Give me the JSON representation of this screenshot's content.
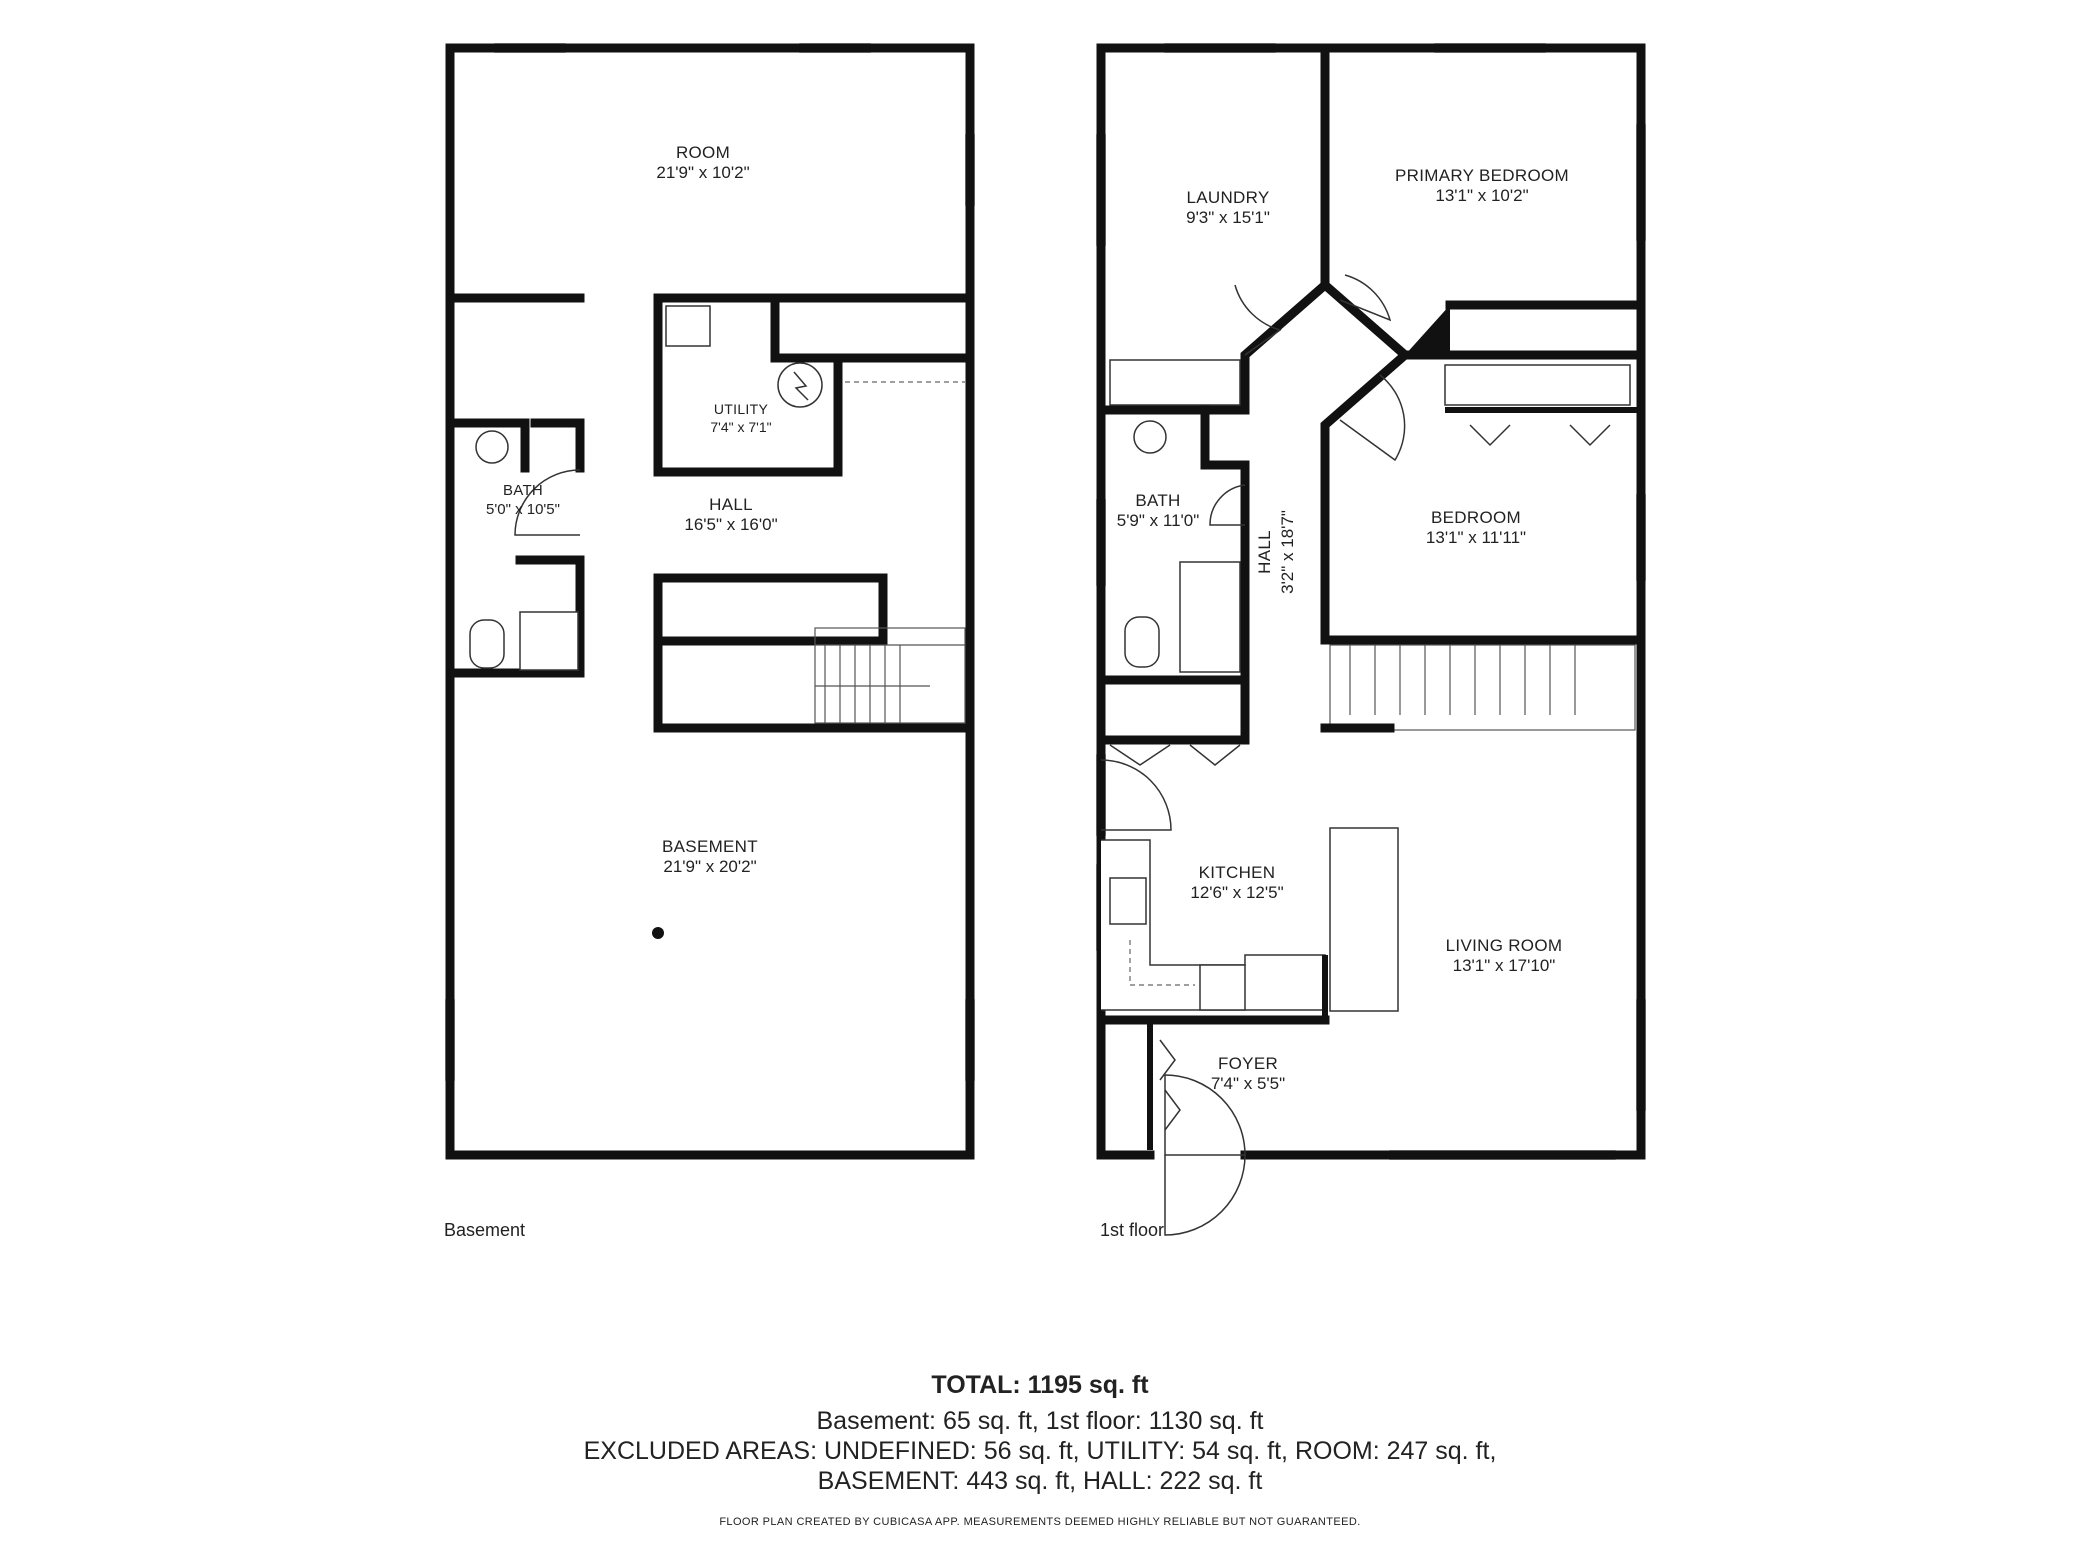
{
  "floors": {
    "basement": {
      "label": "Basement",
      "rooms": [
        {
          "key": "room",
          "name": "ROOM",
          "dims": "21'9\" x 10'2\""
        },
        {
          "key": "utility",
          "name": "UTILITY",
          "dims": "7'4\" x 7'1\""
        },
        {
          "key": "bath",
          "name": "BATH",
          "dims": "5'0\" x 10'5\""
        },
        {
          "key": "hall",
          "name": "HALL",
          "dims": "16'5\" x 16'0\""
        },
        {
          "key": "basement",
          "name": "BASEMENT",
          "dims": "21'9\" x 20'2\""
        }
      ]
    },
    "first": {
      "label": "1st floor",
      "rooms": [
        {
          "key": "laundry",
          "name": "LAUNDRY",
          "dims": "9'3\" x 15'1\""
        },
        {
          "key": "primary-bedroom",
          "name": "PRIMARY BEDROOM",
          "dims": "13'1\" x 10'2\""
        },
        {
          "key": "bath",
          "name": "BATH",
          "dims": "5'9\" x 11'0\""
        },
        {
          "key": "hall",
          "name": "HALL",
          "dims": "3'2\" x 18'7\""
        },
        {
          "key": "bedroom",
          "name": "BEDROOM",
          "dims": "13'1\" x 11'11\""
        },
        {
          "key": "kitchen",
          "name": "KITCHEN",
          "dims": "12'6\" x 12'5\""
        },
        {
          "key": "living-room",
          "name": "LIVING ROOM",
          "dims": "13'1\" x 17'10\""
        },
        {
          "key": "foyer",
          "name": "FOYER",
          "dims": "7'4\" x 5'5\""
        }
      ]
    }
  },
  "summary": {
    "total": "TOTAL: 1195 sq. ft",
    "line1": "Basement: 65 sq. ft, 1st floor: 1130 sq. ft",
    "line2": "EXCLUDED AREAS: UNDEFINED: 56 sq. ft, UTILITY: 54 sq. ft, ROOM: 247 sq. ft,",
    "line3": "BASEMENT: 443 sq. ft, HALL: 222 sq. ft",
    "disclaimer": "FLOOR PLAN CREATED BY CUBICASA APP. MEASUREMENTS DEEMED HIGHLY RELIABLE BUT NOT GUARANTEED."
  },
  "colors": {
    "wall": "#111111",
    "background": "#ffffff",
    "text": "#222222"
  }
}
